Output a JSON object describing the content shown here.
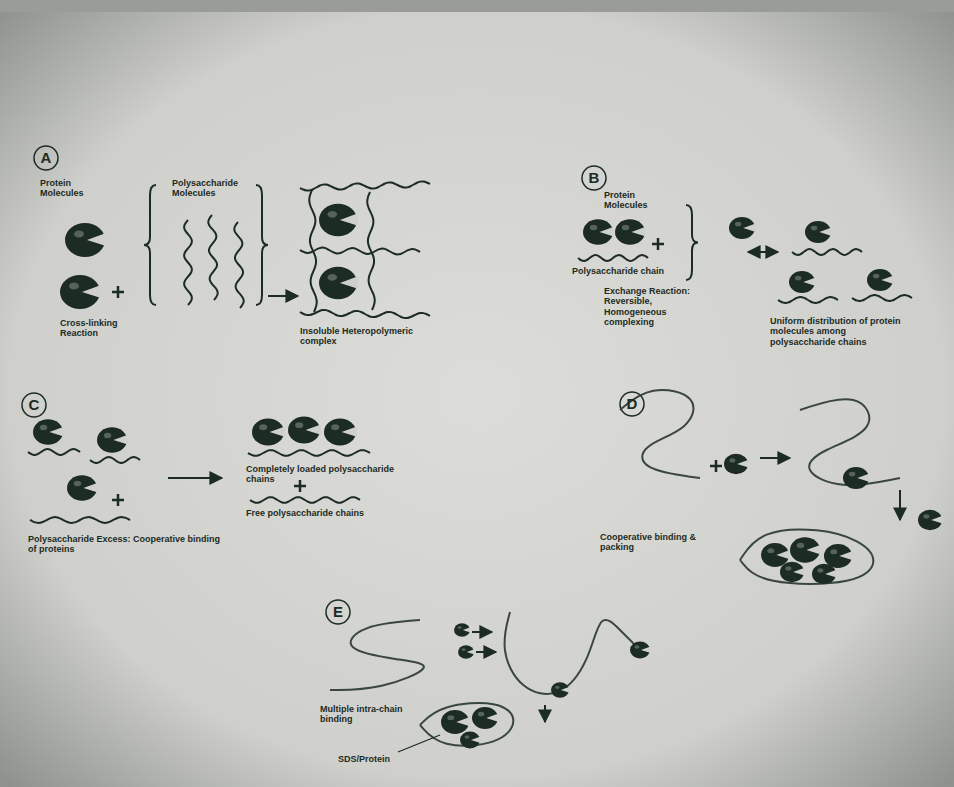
{
  "diagram": {
    "labels": [
      "A",
      "Protein Molecules",
      "Polysaccharide Molecules",
      "Cross-linking Reaction",
      "Insoluble Heteropolymeric complex",
      "B",
      "Protein Molecules",
      "Polysaccharide chain",
      "Exchange Reaction: Reversible, Homogeneous complexing",
      "Uniform distribution of protein molecules among polysaccharide chains",
      "C",
      "Polysaccharide Excess: Cooperative binding of proteins",
      "Completely loaded polysaccharide chains",
      "Free polysaccharide chains",
      "D",
      "Cooperative binding & packing",
      "E",
      "Multiple intra-chain binding",
      "SDS/Protein"
    ]
  }
}
